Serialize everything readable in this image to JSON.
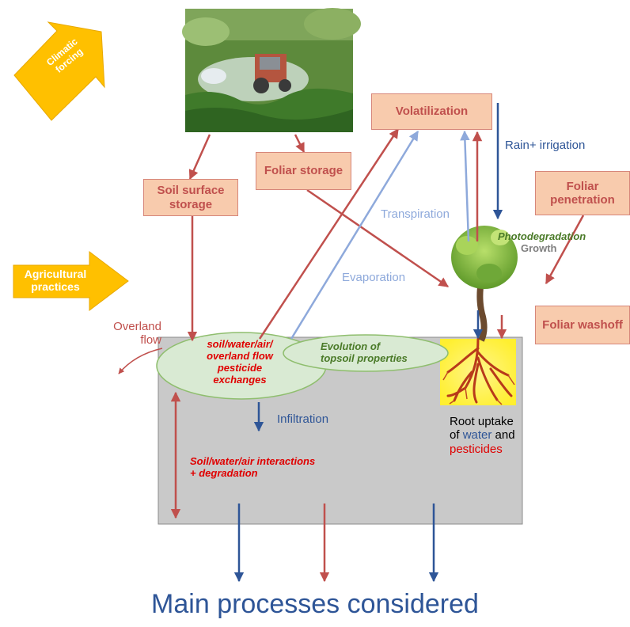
{
  "diagram": {
    "title": "Main processes considered",
    "forcings": {
      "climatic": "Climatic forcing",
      "agricultural": "Agricultural practices"
    },
    "boxes": {
      "volatilization": "Volatilization",
      "foliar_storage": "Foliar storage",
      "soil_surface_storage": "Soil surface storage",
      "foliar_penetration": "Foliar penetration",
      "foliar_washoff": "Foliar washoff"
    },
    "labels": {
      "rain_irrigation": "Rain+ irrigation",
      "transpiration": "Transpiration",
      "evaporation": "Evaporation",
      "photodegradation": "Photodegradation",
      "growth": "Growth",
      "overland_flow": "Overland flow",
      "exchanges": "soil/water/air/ overland flow pesticide exchanges",
      "topsoil": "Evolution of topsoil properties",
      "infiltration": "Infiltration",
      "soil_interactions": "Soil/water/air interactions + degradation"
    },
    "root_uptake": {
      "line1": "Root uptake",
      "of": "of",
      "water": "water",
      "and": "and",
      "pesticides": "pesticides"
    },
    "colors": {
      "blue": "#2e5597",
      "light_blue": "#8ea9db",
      "red": "#c0504d",
      "soil_gray": "#c9c9c9",
      "ellipse_green": "#d9ead3",
      "forcing_orange": "#ffc000"
    }
  }
}
